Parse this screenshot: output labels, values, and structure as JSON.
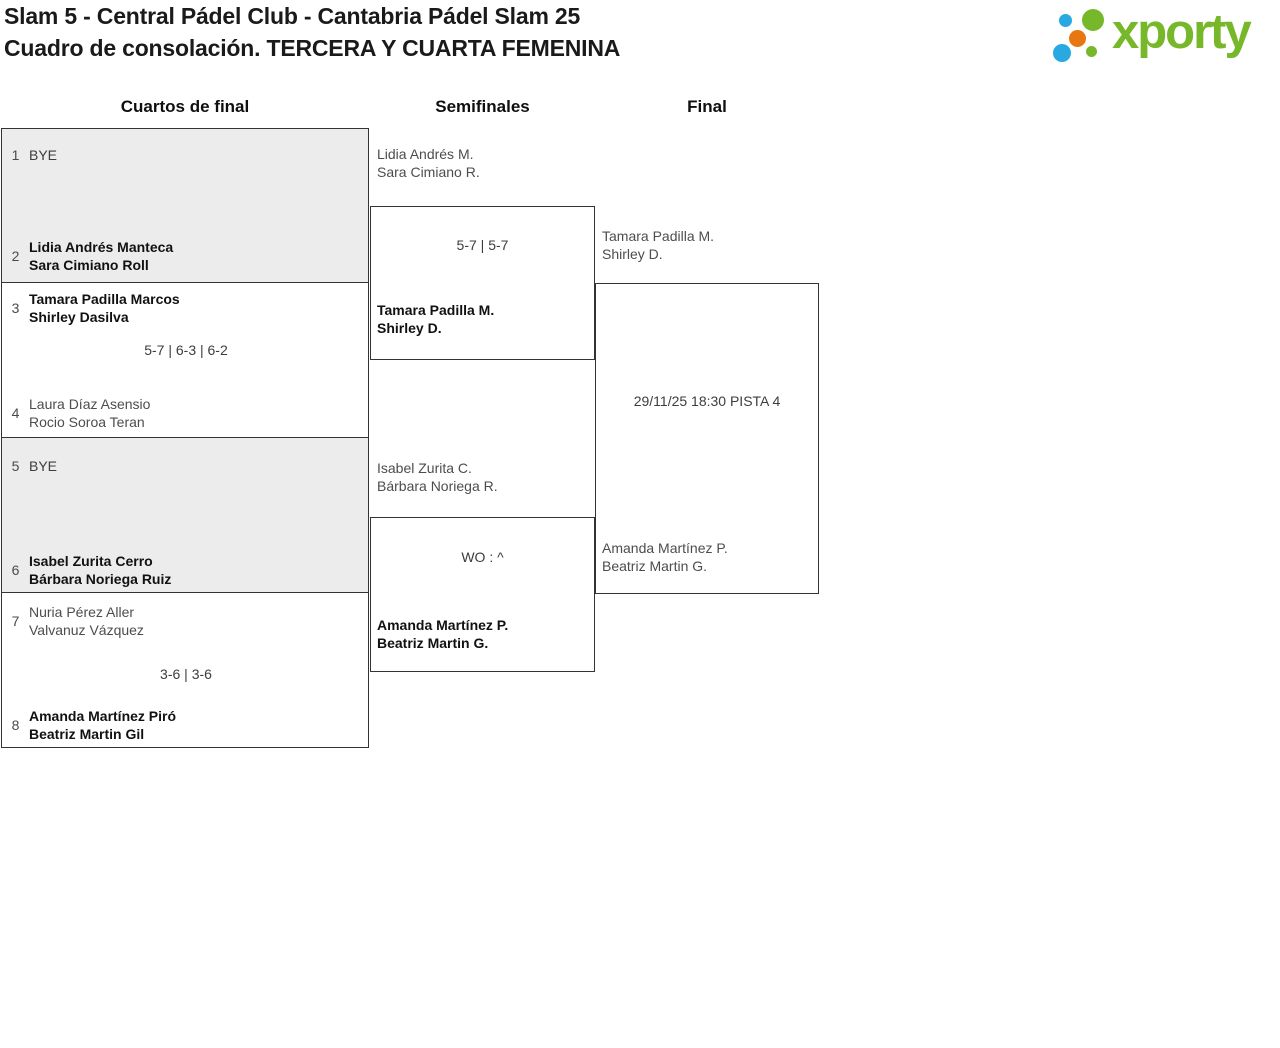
{
  "header": {
    "title_line1": "Slam 5 - Central Pádel Club - Cantabria Pádel Slam 25",
    "title_line2": "Cuadro de consolación. TERCERA Y CUARTA FEMENINA",
    "logo_text": "xporty"
  },
  "round_headers": {
    "quarterfinals": "Cuartos de final",
    "semifinals": "Semifinales",
    "final": "Final"
  },
  "colors": {
    "logo_green": "#76b82a",
    "logo_blue": "#29a9e1",
    "logo_orange": "#e87711",
    "box_grey": "#ececec",
    "line": "#333333"
  },
  "bracket": {
    "quarterfinals": [
      {
        "seed_top": "1",
        "top_lines": [
          "BYE"
        ],
        "score": "",
        "seed_bottom": "2",
        "bottom_lines": [
          "Lidia Andrés Manteca",
          "Sara Cimiano Roll"
        ]
      },
      {
        "seed_top": "3",
        "top_lines": [
          "Tamara Padilla Marcos",
          "Shirley Dasilva"
        ],
        "score": "5-7 | 6-3 | 6-2",
        "seed_bottom": "4",
        "bottom_lines": [
          "Laura Díaz Asensio",
          "Rocio Soroa Teran"
        ]
      },
      {
        "seed_top": "5",
        "top_lines": [
          "BYE"
        ],
        "score": "",
        "seed_bottom": "6",
        "bottom_lines": [
          "Isabel Zurita Cerro",
          "Bárbara Noriega Ruiz"
        ]
      },
      {
        "seed_top": "7",
        "top_lines": [
          "Nuria Pérez Aller",
          "Valvanuz Vázquez"
        ],
        "score": "3-6 | 3-6",
        "seed_bottom": "8",
        "bottom_lines": [
          "Amanda Martínez Piró",
          "Beatriz Martin Gil"
        ]
      }
    ],
    "semifinals": [
      {
        "top_lines": [
          "Lidia Andrés M.",
          "Sara Cimiano R."
        ],
        "score": "5-7 | 5-7",
        "winner_lines": [
          "Tamara Padilla M.",
          "Shirley D."
        ]
      },
      {
        "top_lines": [
          "Isabel Zurita C.",
          "Bárbara Noriega R."
        ],
        "score": "WO : ^",
        "winner_lines": [
          "Amanda Martínez P.",
          "Beatriz Martin G."
        ]
      }
    ],
    "final": {
      "top_lines": [
        "Tamara Padilla M.",
        "Shirley D."
      ],
      "schedule": "29/11/25 18:30 PISTA 4",
      "bottom_lines": [
        "Amanda Martínez P.",
        "Beatriz Martin G."
      ]
    }
  }
}
